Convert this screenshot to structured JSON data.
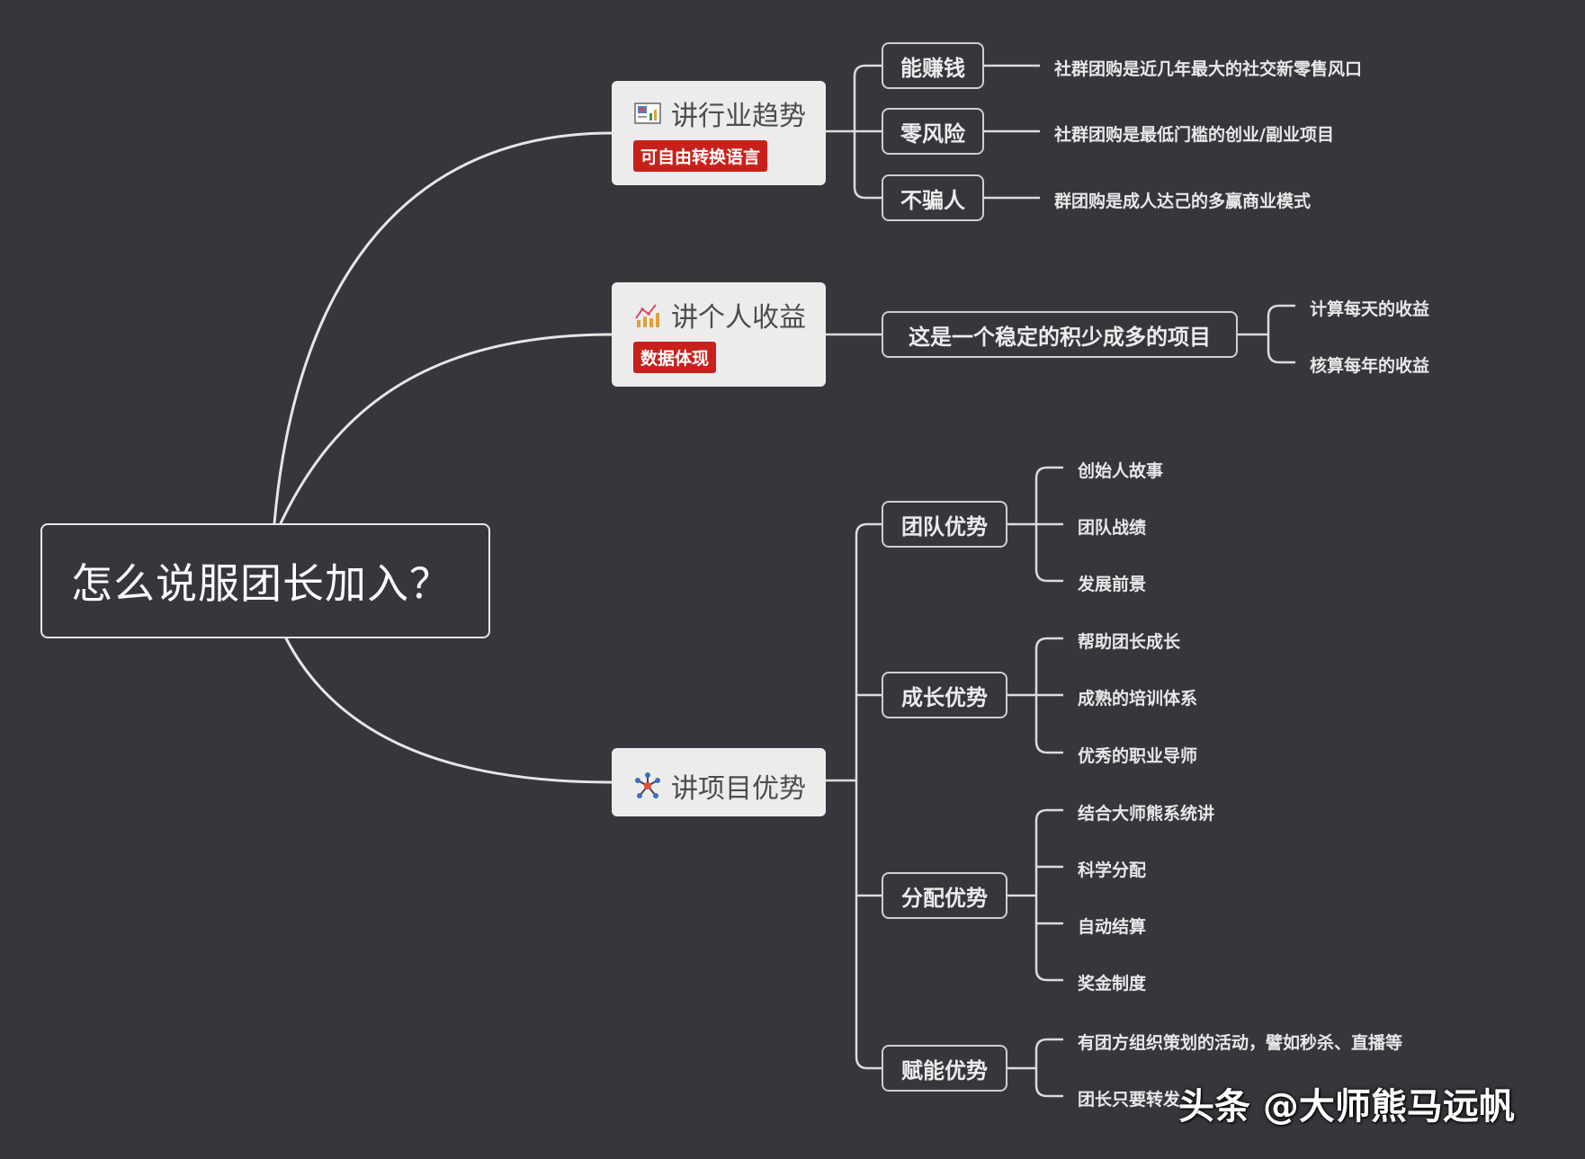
{
  "root": {
    "label": "怎么说服团长加入？"
  },
  "branches": {
    "industry": {
      "label": "讲行业趋势",
      "tag": "可自由转换语言",
      "icon": "chart-image-icon",
      "children": [
        {
          "label": "能赚钱",
          "leaf": "社群团购是近几年最大的社交新零售风口"
        },
        {
          "label": "零风险",
          "leaf": "社群团购是最低门槛的创业/副业项目"
        },
        {
          "label": "不骗人",
          "leaf": "群团购是成人达己的多赢商业模式"
        }
      ]
    },
    "income": {
      "label": "讲个人收益",
      "tag": "数据体现",
      "icon": "line-chart-icon",
      "child": {
        "label": "这是一个稳定的积少成多的项目"
      },
      "leaves": [
        "计算每天的收益",
        "核算每年的收益"
      ]
    },
    "advantage": {
      "label": "讲项目优势",
      "icon": "network-icon",
      "children": [
        {
          "label": "团队优势",
          "leaves": [
            "创始人故事",
            "团队战绩",
            "发展前景"
          ]
        },
        {
          "label": "成长优势",
          "leaves": [
            "帮助团长成长",
            "成熟的培训体系",
            "优秀的职业导师"
          ]
        },
        {
          "label": "分配优势",
          "leaves": [
            "结合大师熊系统讲",
            "科学分配",
            "自动结算",
            "奖金制度"
          ]
        },
        {
          "label": "赋能优势",
          "leaves": [
            "有团方组织策划的活动，譬如秒杀、直播等",
            "团长只要转发"
          ]
        }
      ]
    }
  },
  "watermark": "头条 @大师熊马远帆",
  "colors": {
    "background": "#35373c",
    "tag": "#c8211b",
    "node": "#ececec",
    "line": "#e6e6e6"
  }
}
